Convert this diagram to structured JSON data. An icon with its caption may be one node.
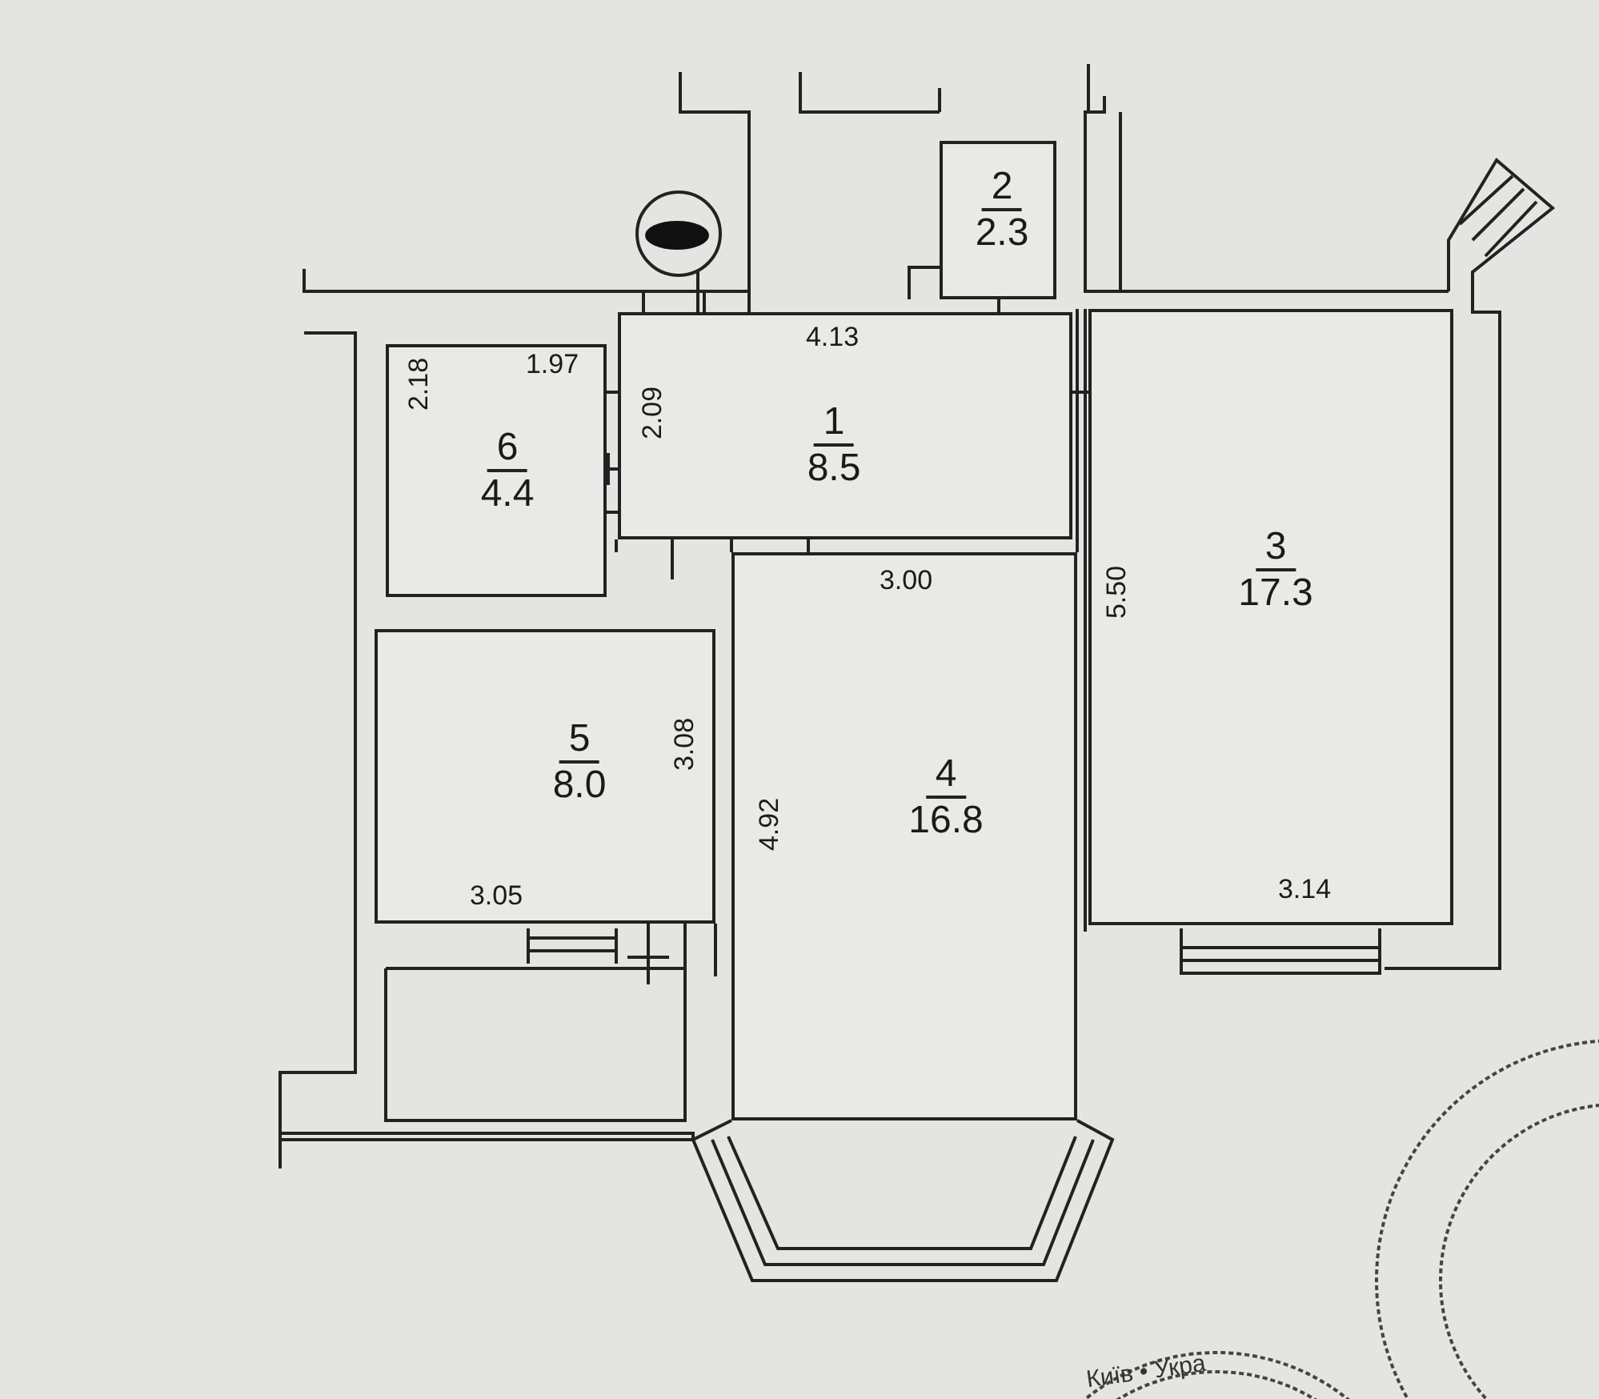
{
  "diagram": {
    "nodes": [
      {
        "text": [
          "2",
          "2.3"
        ]
      },
      {
        "text": [
          "6",
          "4.4"
        ]
      },
      {
        "text": [
          "1",
          "8.5"
        ]
      },
      {
        "text": [
          "3",
          "17.3"
        ]
      },
      {
        "text": [
          "5",
          "8.0"
        ]
      },
      {
        "text": [
          "4",
          "16.8"
        ]
      }
    ],
    "labels": [
      "4.13",
      "2.18",
      "1.97",
      "2.09",
      "3.00",
      "5.50",
      "3.08",
      "4.92",
      "3.05",
      "3.14",
      "Київ • Укра"
    ]
  }
}
